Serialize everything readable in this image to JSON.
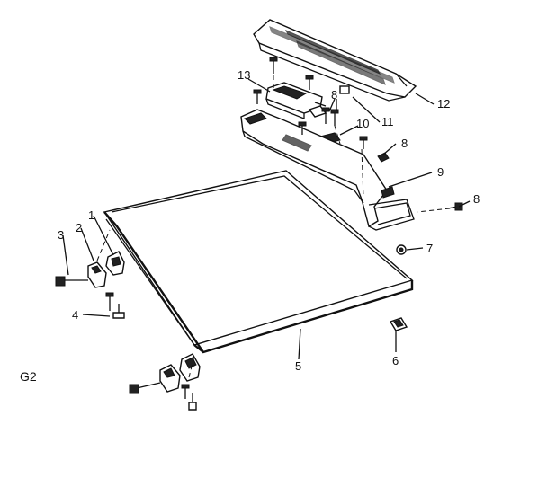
{
  "figure_code": "G2",
  "callouts": [
    {
      "id": "c1",
      "text": "1"
    },
    {
      "id": "c2",
      "text": "2"
    },
    {
      "id": "c3",
      "text": "3"
    },
    {
      "id": "c4",
      "text": "4"
    },
    {
      "id": "c5",
      "text": "5"
    },
    {
      "id": "c6",
      "text": "6"
    },
    {
      "id": "c7",
      "text": "7"
    },
    {
      "id": "c8a",
      "text": "8"
    },
    {
      "id": "c8b",
      "text": "8"
    },
    {
      "id": "c8c",
      "text": "8"
    },
    {
      "id": "c9",
      "text": "9"
    },
    {
      "id": "c10",
      "text": "10"
    },
    {
      "id": "c11",
      "text": "11"
    },
    {
      "id": "c12",
      "text": "12"
    },
    {
      "id": "c13",
      "text": "13"
    }
  ]
}
